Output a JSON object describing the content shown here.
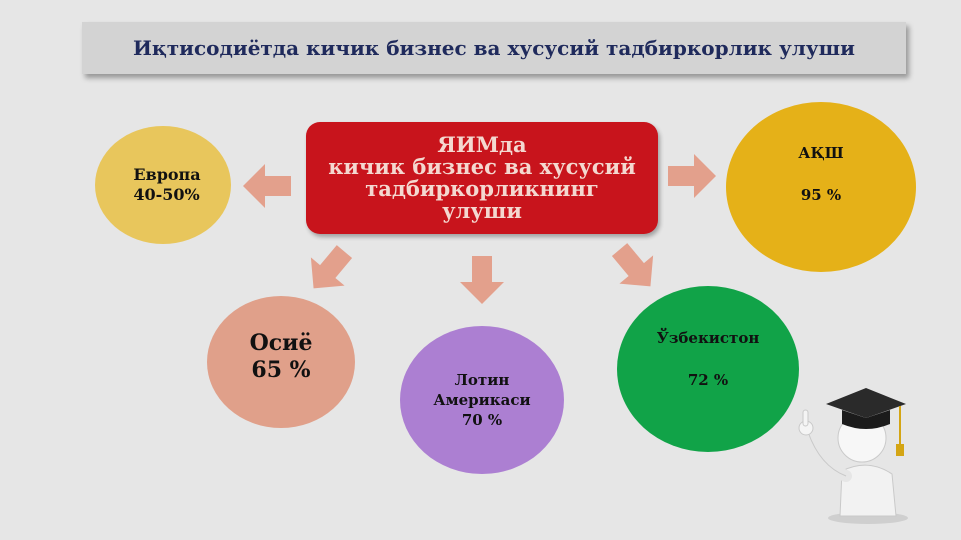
{
  "title": "Иқтисодиётда кичик бизнес ва хусусий тадбиркорлик улуши",
  "center": {
    "line1": "ЯИМда",
    "line2": "кичик бизнес ва хусусий",
    "line3": "тадбиркорликнинг",
    "line4": "улуши"
  },
  "regions": {
    "europe": {
      "name": "Европа",
      "value": "40-50%"
    },
    "usa": {
      "name": "АҚШ",
      "value": "95 %"
    },
    "asia": {
      "name": "Осиё",
      "value": "65 %"
    },
    "latam": {
      "name1": "Лотин",
      "name2": "Америкаси",
      "value": "70 %"
    },
    "uzbekistan": {
      "name": "Ўзбекистон",
      "value": "72 %"
    }
  },
  "colors": {
    "center_box": "#c8141c",
    "europe": "#e8c65c",
    "usa": "#e5b118",
    "asia": "#e0a08a",
    "latam": "#ac7fd2",
    "uzbekistan": "#11a348",
    "arrow": "#e3a08c"
  }
}
